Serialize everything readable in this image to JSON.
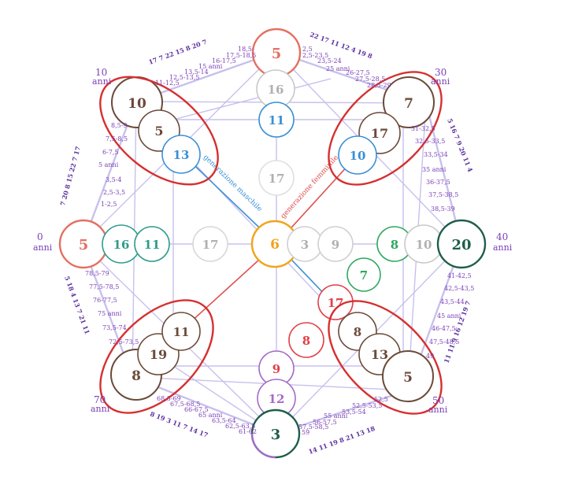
{
  "colors": {
    "brown": "#6b4a3a",
    "blue": "#3a8fd6",
    "orange": "#f2a31b",
    "grey": "#b0b0b0",
    "green": "#2ea860",
    "teal": "#2e9c8c",
    "red": "#e0414a",
    "salmon": "#e47060",
    "purple": "#a56bc9",
    "darkgreen": "#1f5e4a",
    "lavender": "#c8c0ee",
    "oval": "#d63030"
  },
  "center": {
    "value": "6"
  },
  "main_nodes": {
    "top": "5",
    "right": "20",
    "bottom": "3",
    "left": "5",
    "top_left": "10",
    "top_right": "7",
    "bottom_left": "8",
    "bottom_right": "5"
  },
  "inner_nodes": {
    "tl_mid": "5",
    "tl_in": "13",
    "tr_mid": "17",
    "tr_in": "10",
    "bl_mid": "19",
    "bl_in": "11",
    "br_mid": "13",
    "br_in": "8",
    "top_1": "16",
    "top_2": "11",
    "top_3": "17",
    "left_1": "16",
    "left_2": "11",
    "left_3": "17",
    "right_1": "10",
    "right_2": "8",
    "right_3": "9",
    "right_4": "3",
    "bottom_1": "12",
    "bottom_2": "9",
    "green_7": "7",
    "red_17": "17",
    "red_8": "8"
  },
  "line_labels": {
    "male": "generazione maschile",
    "female": "generazione femminile"
  },
  "corner_labels": {
    "l0_num": "0",
    "l0_unit": "anni",
    "l10_num": "10",
    "l10_unit": "anni",
    "l30_num": "30",
    "l30_unit": "anni",
    "l40_num": "40",
    "l40_unit": "anni",
    "l50_num": "50",
    "l50_unit": "anni",
    "l70_num": "70",
    "l70_unit": "anni"
  },
  "age_labels": {
    "a1": "1-2,5",
    "a2": "2,5-3,5",
    "a3": "3,5-4",
    "a4": "5 anni",
    "a5": "6-7,5",
    "a6": "7,5-8,5",
    "a7": "8,5-9",
    "a11": "11-12,5",
    "a12": "12,5-13,5",
    "a13": "13,5-14",
    "a15": "15 anni",
    "a16": "16-17,5",
    "a17": "17,5-18,5",
    "a18": "18,5-",
    "a21": "2,5",
    "a22": "2,5-23,5",
    "a23": "23,5-24",
    "a25": "25 anni",
    "a26": "26-27,5",
    "a27": "27,5-28,5",
    "a28": "28,5-29",
    "a31": "31-32,5",
    "a32": "32,5-33,5",
    "a33": "33,5-34",
    "a35": "35 anni",
    "a36": "36-37,5",
    "a37": "37,5-38,5",
    "a38": "38,5-39",
    "a41": "41-42,5",
    "a42": "42,5-43,5",
    "a43": "43,5-44",
    "a45": "45 anni",
    "a46": "46-47,5",
    "a47": "47,5-48,5",
    "a48": "49",
    "a51": "52,5",
    "a52": "52,5-53,5",
    "a53": "53,5-54",
    "a55": "55 anni",
    "a56": "56-57,5",
    "a57": "57,5-58,5",
    "a58": "59",
    "a61": "61-62",
    "a62": "62,5-63,5",
    "a63": "63,5-64",
    "a65": "65 anni",
    "a66": "66-67,5",
    "a67": "67,5-68,5",
    "a68": "68,5-69",
    "a71": "72,5-73,5",
    "a72": "73,5-74",
    "a75": "75 anni",
    "a76": "76-77,5",
    "a77": "77,5-78,5",
    "a78": "78,5-79"
  },
  "sequences": {
    "top_left": "17 7 22 15 8 20 7",
    "top_right": "22 17 11 12 4 19 8",
    "left_upper": "7 20 8 15 22 7 17",
    "right_upper": "5 16 7 9 20 11 4",
    "right_lower": "11 11 9 16 12 19 7",
    "left_lower": "5 18 4 13 7 21 11",
    "bottom_left": "8 19 3 11 7 14 17",
    "bottom_right": "14 11 19 8 21 13 18"
  }
}
